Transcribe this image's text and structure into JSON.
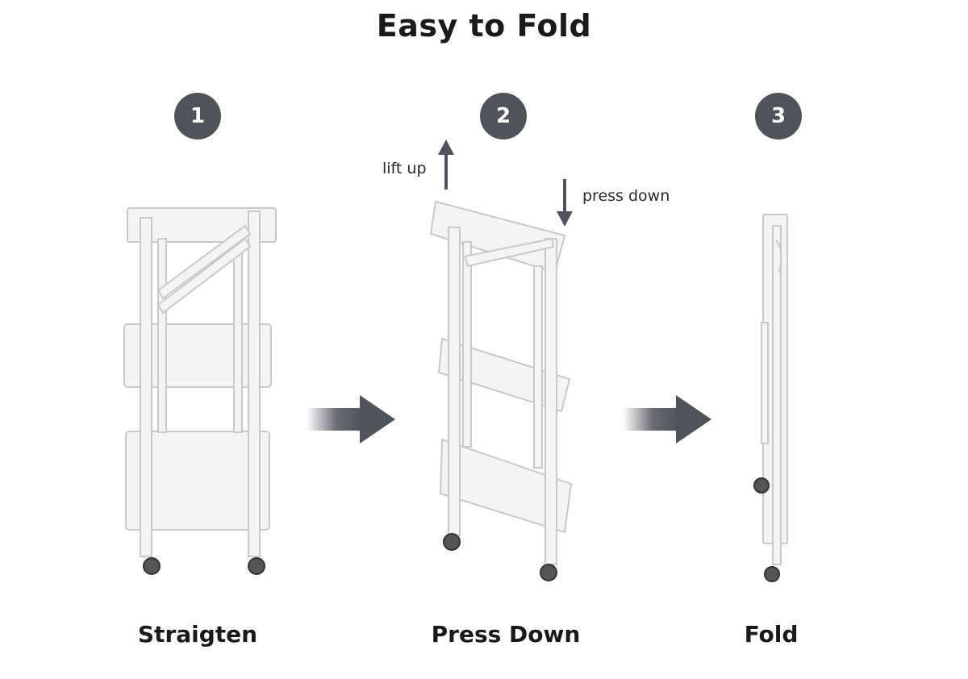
{
  "title": "Easy to Fold",
  "steps": [
    {
      "number": "1",
      "label": "Straigten"
    },
    {
      "number": "2",
      "label": "Press Down"
    },
    {
      "number": "3",
      "label": "Fold"
    }
  ],
  "hints": {
    "lift": "lift up",
    "press": "press down"
  },
  "colors": {
    "badge": "#4f535b",
    "arrow": "#4f535b",
    "cart": "#f4f4f4",
    "cart_edge": "#c9c9c9"
  },
  "icons": [
    "up-arrow-icon",
    "down-arrow-icon",
    "right-arrow-icon",
    "cart-image"
  ]
}
